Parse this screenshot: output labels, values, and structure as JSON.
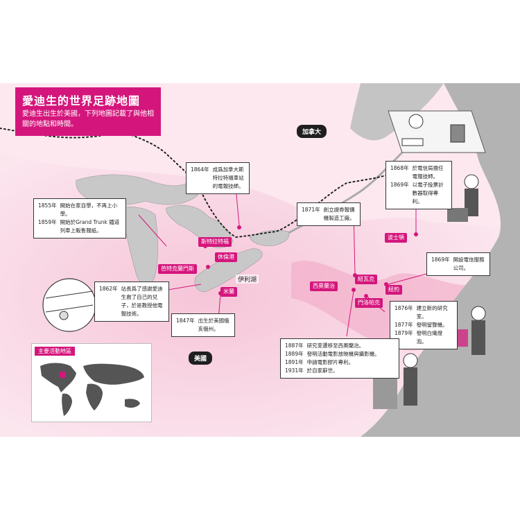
{
  "title": {
    "heading": "愛迪生的世界足跡地圖",
    "subtitle": "愛迪生出生於美國，下列地圖記載了與他相關的地點和時間。"
  },
  "countries": {
    "canada": "加拿大",
    "usa": "美國"
  },
  "lakes": {
    "erie": "伊利湖"
  },
  "places": {
    "stratford": "斯特拉特福",
    "port_huron_a": "休倫港",
    "fort_gratiot": "芭特克蘭門斯",
    "milan": "米蘭",
    "boston": "波士頓",
    "new_york": "紐瓦克",
    "west_orange": "西奧蘭治",
    "newark": "紐約",
    "menlo_park": "門洛帕克"
  },
  "annotations": {
    "a1864": {
      "items": [
        {
          "year": "1864年",
          "text": "成爲加拿大斯特拉特福車站的電報技師。"
        }
      ]
    },
    "a1855": {
      "items": [
        {
          "year": "1855年",
          "text": "開始在家自學，不再上小學。"
        },
        {
          "year": "1859年",
          "text": "開始於Grand Trunk 鐵道列車上販售報紙。"
        }
      ]
    },
    "a1862": {
      "items": [
        {
          "year": "1862年",
          "text": "站長爲了感謝愛迪生救了自己的兒子，於是教授他電報技術。"
        }
      ]
    },
    "a1847": {
      "items": [
        {
          "year": "1847年",
          "text": "出生於美國俄亥俄州。"
        }
      ]
    },
    "a1871": {
      "items": [
        {
          "year": "1871年",
          "text": "創立證券報價機製造工廠。"
        }
      ]
    },
    "a1868": {
      "items": [
        {
          "year": "1868年",
          "text": "於電信局擔任電報技師。"
        },
        {
          "year": "1869年",
          "text": "以電子投票計數器取得專利。"
        }
      ]
    },
    "a1869": {
      "items": [
        {
          "year": "1869年",
          "text": "開設電信服務公司。"
        }
      ]
    },
    "a1876": {
      "items": [
        {
          "year": "1876年",
          "text": "建立新的研究室。"
        },
        {
          "year": "1877年",
          "text": "發明留聲機。"
        },
        {
          "year": "1879年",
          "text": "發明白熾燈泡。"
        }
      ]
    },
    "a1887": {
      "items": [
        {
          "year": "1887年",
          "text": "研究室遷移至西奧蘭治。"
        },
        {
          "year": "1889年",
          "text": "發明活動電影放映機與攝影機。"
        },
        {
          "year": "1891年",
          "text": "申請電影膠片專利。"
        },
        {
          "year": "1931年",
          "text": "於自家辭世。"
        }
      ]
    }
  },
  "inset_map": {
    "title": "主要活動地區"
  },
  "colors": {
    "accent": "#d4167c",
    "land": "#f7d6e3",
    "lake": "#c6c6c6",
    "ocean": "#a8a8a8"
  }
}
